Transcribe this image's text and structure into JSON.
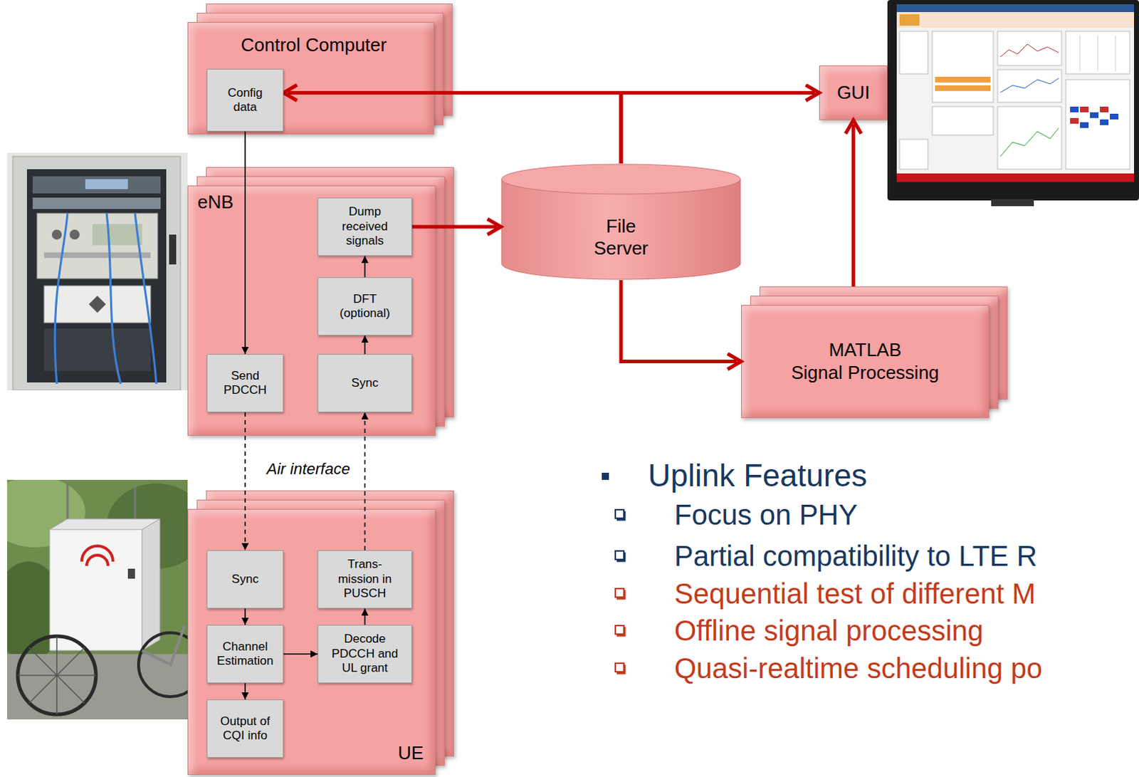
{
  "diagram": {
    "nodes": [
      {
        "text": [
          "Control Computer"
        ]
      },
      {
        "text": [
          "Config data"
        ],
        "in": 0
      },
      {
        "text": [
          "eNB"
        ]
      },
      {
        "text": [
          "Dump received signals"
        ],
        "in": 2
      },
      {
        "text": [
          "DFT (optional)"
        ],
        "in": 2
      },
      {
        "text": [
          "Send PDCCH"
        ],
        "in": 2
      },
      {
        "text": [
          "Sync"
        ],
        "in": 2
      },
      {
        "text": [
          "File Server"
        ]
      },
      {
        "text": [
          "GUI"
        ]
      },
      {
        "text": [
          "MATLAB",
          "Signal Processing"
        ]
      },
      {
        "text": [
          "UE"
        ]
      },
      {
        "text": [
          "Sync"
        ],
        "in": 10
      },
      {
        "text": [
          "Trans- mission in PUSCH"
        ],
        "in": 10
      },
      {
        "text": [
          "Channel Estimation"
        ],
        "in": 10
      },
      {
        "text": [
          "Decode PDCCH and UL grant"
        ],
        "in": 10
      },
      {
        "text": [
          "Output of CQI info"
        ],
        "in": 10
      }
    ],
    "edges": [
      {
        "from": 7,
        "to": 1,
        "arrow": "to"
      },
      {
        "from": 7,
        "to": 8,
        "arrow": "to"
      },
      {
        "from": 3,
        "to": 7,
        "arrow": "to"
      },
      {
        "from": 7,
        "to": 9,
        "arrow": "to"
      },
      {
        "from": 9,
        "to": 8,
        "arrow": "to"
      },
      {
        "from": 1,
        "to": 5,
        "arrow": "to"
      },
      {
        "from": 5,
        "to": 11,
        "arrow": "to"
      },
      {
        "from": 12,
        "to": 6,
        "arrow": "to"
      },
      {
        "from": 6,
        "to": 4,
        "arrow": "to"
      },
      {
        "from": 4,
        "to": 3,
        "arrow": "to"
      },
      {
        "from": 11,
        "to": 13,
        "arrow": "to"
      },
      {
        "from": 13,
        "to": 15,
        "arrow": "to"
      },
      {
        "from": 13,
        "to": 14,
        "arrow": "to"
      },
      {
        "from": 14,
        "to": 12,
        "arrow": "to"
      }
    ],
    "labels": [
      "Air interface",
      "Uplink Features",
      "Focus on PHY",
      "Partial compatibility to LTE R",
      "Sequential test of different M",
      "Offline signal processing",
      "Quasi-realtime scheduling po"
    ]
  }
}
